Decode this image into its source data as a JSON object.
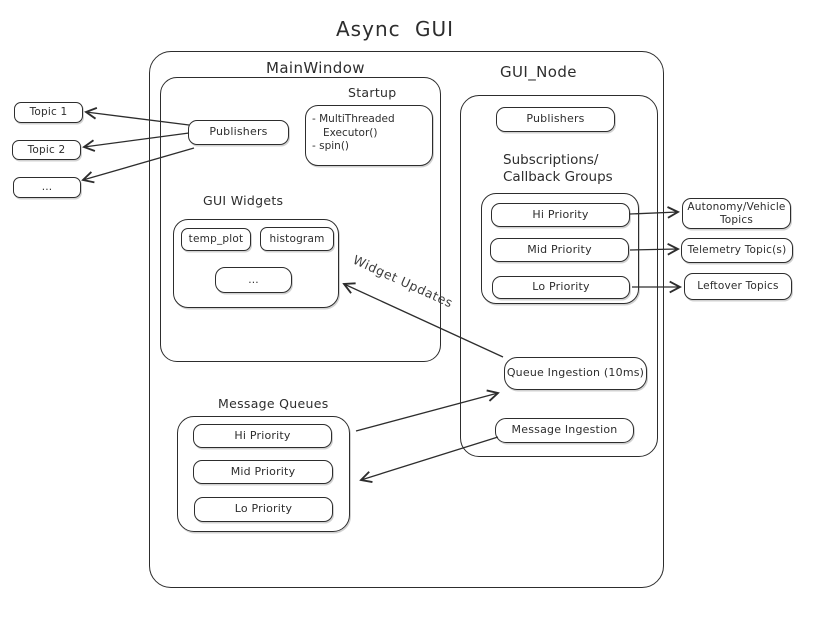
{
  "title": "Async GUI",
  "colors": {
    "stroke": "#2d2d2d",
    "bg": "#ffffff",
    "muted": "#3d3d3d"
  },
  "left_topics": {
    "items": [
      "Topic 1",
      "Topic 2",
      "..."
    ]
  },
  "right_topics": {
    "items": [
      "Autonomy/Vehicle Topics",
      "Telemetry Topic(s)",
      "Leftover Topics"
    ]
  },
  "main_window": {
    "label": "MainWindow",
    "publishers": {
      "label": "Publishers"
    },
    "startup": {
      "label": "Startup",
      "lines": [
        "- MultiThreaded",
        "Executor()",
        "- spin()"
      ]
    },
    "gui_widgets": {
      "label": "GUI Widgets",
      "items": [
        "temp_plot",
        "histogram",
        "..."
      ]
    },
    "message_queues": {
      "label": "Message Queues",
      "items": [
        "Hi Priority",
        "Mid Priority",
        "Lo Priority"
      ]
    }
  },
  "gui_node": {
    "label": "GUI_Node",
    "publishers": {
      "label": "Publishers"
    },
    "subscriptions": {
      "label_lines": [
        "Subscriptions/",
        "Callback Groups"
      ],
      "items": [
        "Hi Priority",
        "Mid Priority",
        "Lo Priority"
      ]
    },
    "queue_ingestion": {
      "label": "Queue Ingestion (10ms)"
    },
    "message_ingestion": {
      "label": "Message Ingestion"
    }
  },
  "edges": {
    "widget_updates_label": "Widget Updates"
  }
}
